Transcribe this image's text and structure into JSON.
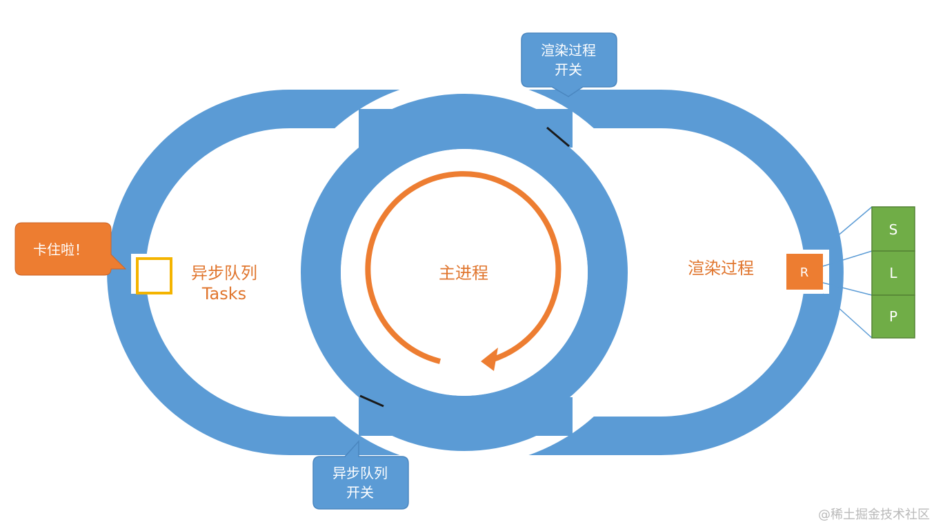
{
  "diagram": {
    "colors": {
      "track": "#5b9bd5",
      "track_edge": "#4a86bf",
      "accent_orange": "#ed7d31",
      "label_orange": "#e0752d",
      "green": "#70ad47",
      "green_edge": "#548235",
      "blocked_border": "#f4b400",
      "switch_mark": "#1a1a1a",
      "white": "#ffffff"
    },
    "main_loop_label": "主进程",
    "task_loop": {
      "label_line1": "异步队列",
      "label_line2": "Tasks"
    },
    "render_loop": {
      "label": "渲染过程"
    },
    "render_switch_callout": {
      "line1": "渲染过程",
      "line2": "开关"
    },
    "task_switch_callout": {
      "line1": "异步队列",
      "line2": "开关"
    },
    "blocked_callout": "卡住啦！",
    "render_block_label": "R",
    "render_steps": [
      "S",
      "L",
      "P"
    ]
  },
  "watermark": "@稀土掘金技术社区"
}
